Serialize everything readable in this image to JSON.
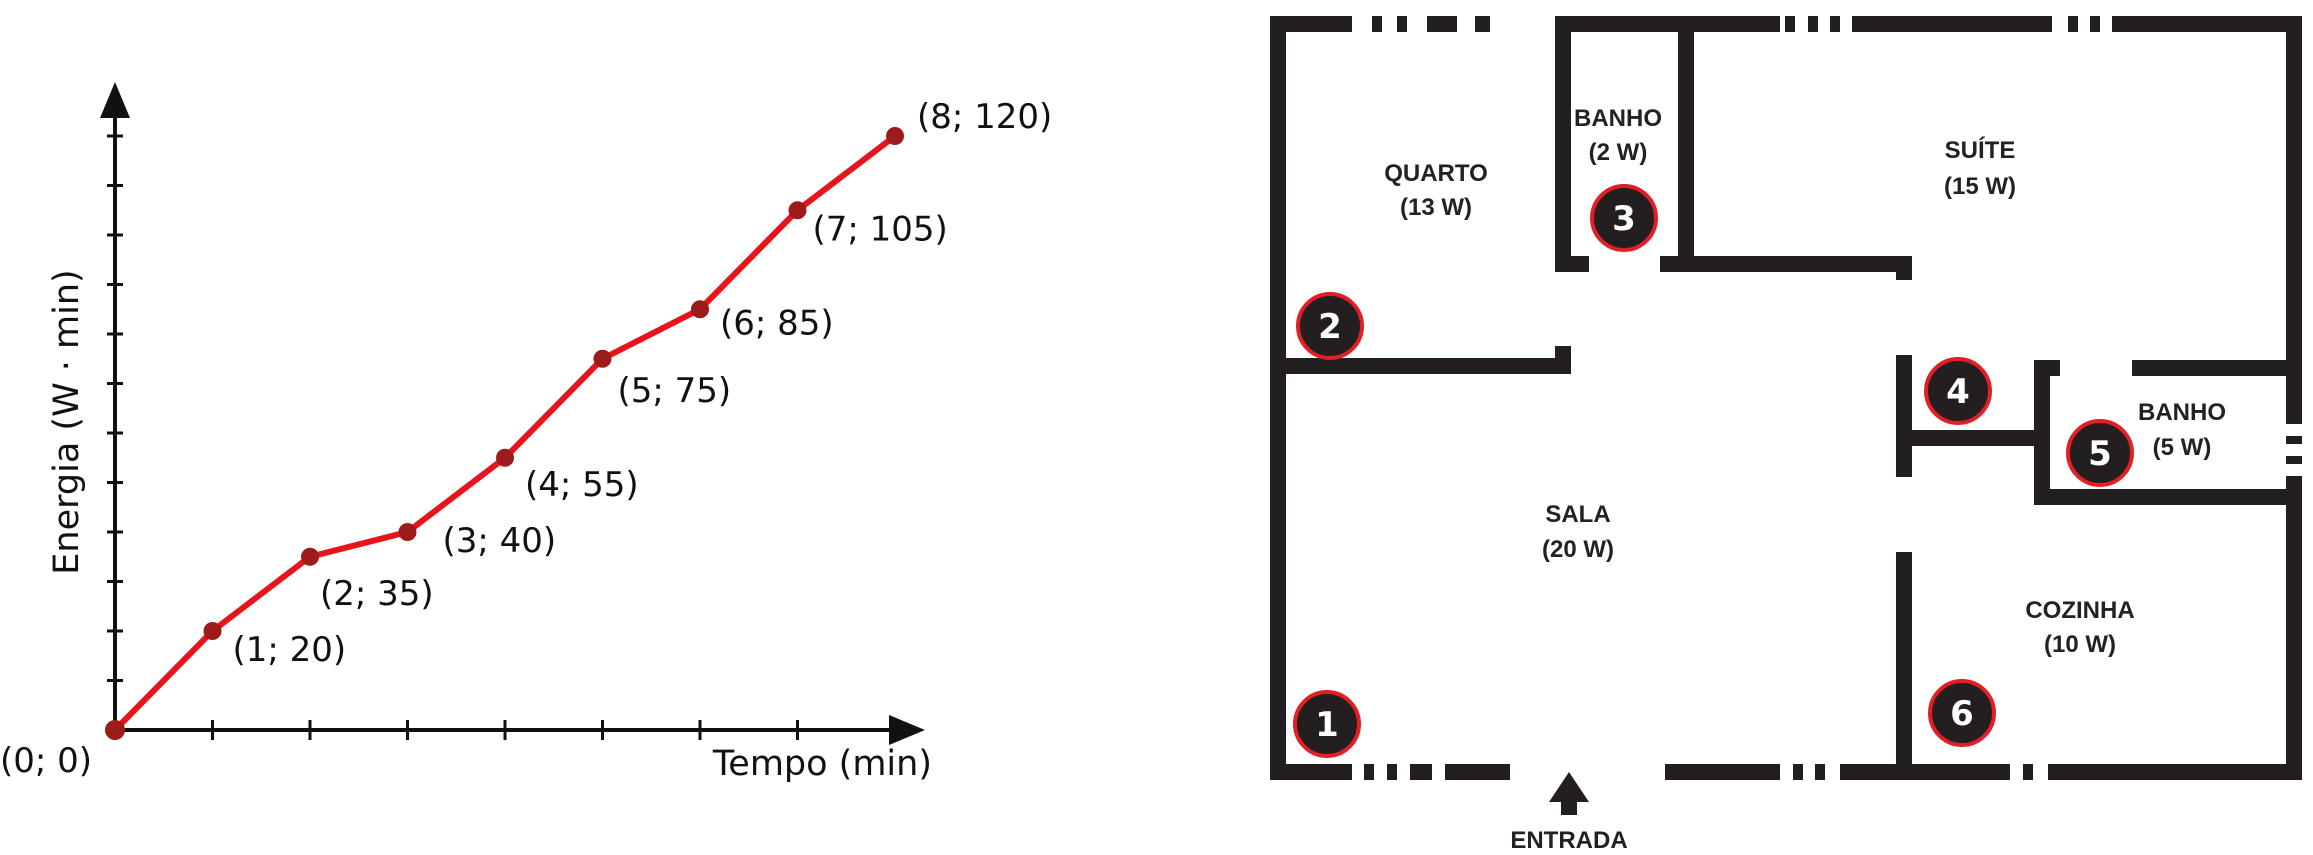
{
  "graph": {
    "xlabel": "Tempo (min)",
    "ylabel": "Energia (W · min)",
    "line_color": "#e8141c",
    "point_color": "#9e1b1b",
    "chart_data": {
      "type": "line",
      "x": [
        0,
        1,
        2,
        3,
        4,
        5,
        6,
        7,
        8
      ],
      "y": [
        0,
        20,
        35,
        40,
        55,
        75,
        85,
        105,
        120
      ],
      "point_labels": [
        "(0; 0)",
        "(1; 20)",
        "(2; 35)",
        "(3; 40)",
        "(4; 55)",
        "(5; 75)",
        "(6; 85)",
        "(7; 105)",
        "(8; 120)"
      ],
      "xlabel": "Tempo (min)",
      "ylabel": "Energia (W · min)"
    }
  },
  "floorplan": {
    "wall_color": "#231f20",
    "marker_color": "#231f20",
    "marker_ring_color": "#e31e24",
    "rooms": {
      "quarto": {
        "name": "QUARTO",
        "power": "(13 W)"
      },
      "banho_top": {
        "name": "BANHO",
        "power": "(2 W)"
      },
      "suite": {
        "name": "SUÍTE",
        "power": "(15 W)"
      },
      "sala": {
        "name": "SALA",
        "power": "(20 W)"
      },
      "banho_right": {
        "name": "BANHO",
        "power": "(5 W)"
      },
      "cozinha": {
        "name": "COZINHA",
        "power": "(10 W)"
      }
    },
    "entrance": "ENTRADA",
    "markers": [
      "1",
      "2",
      "3",
      "4",
      "5",
      "6"
    ]
  }
}
